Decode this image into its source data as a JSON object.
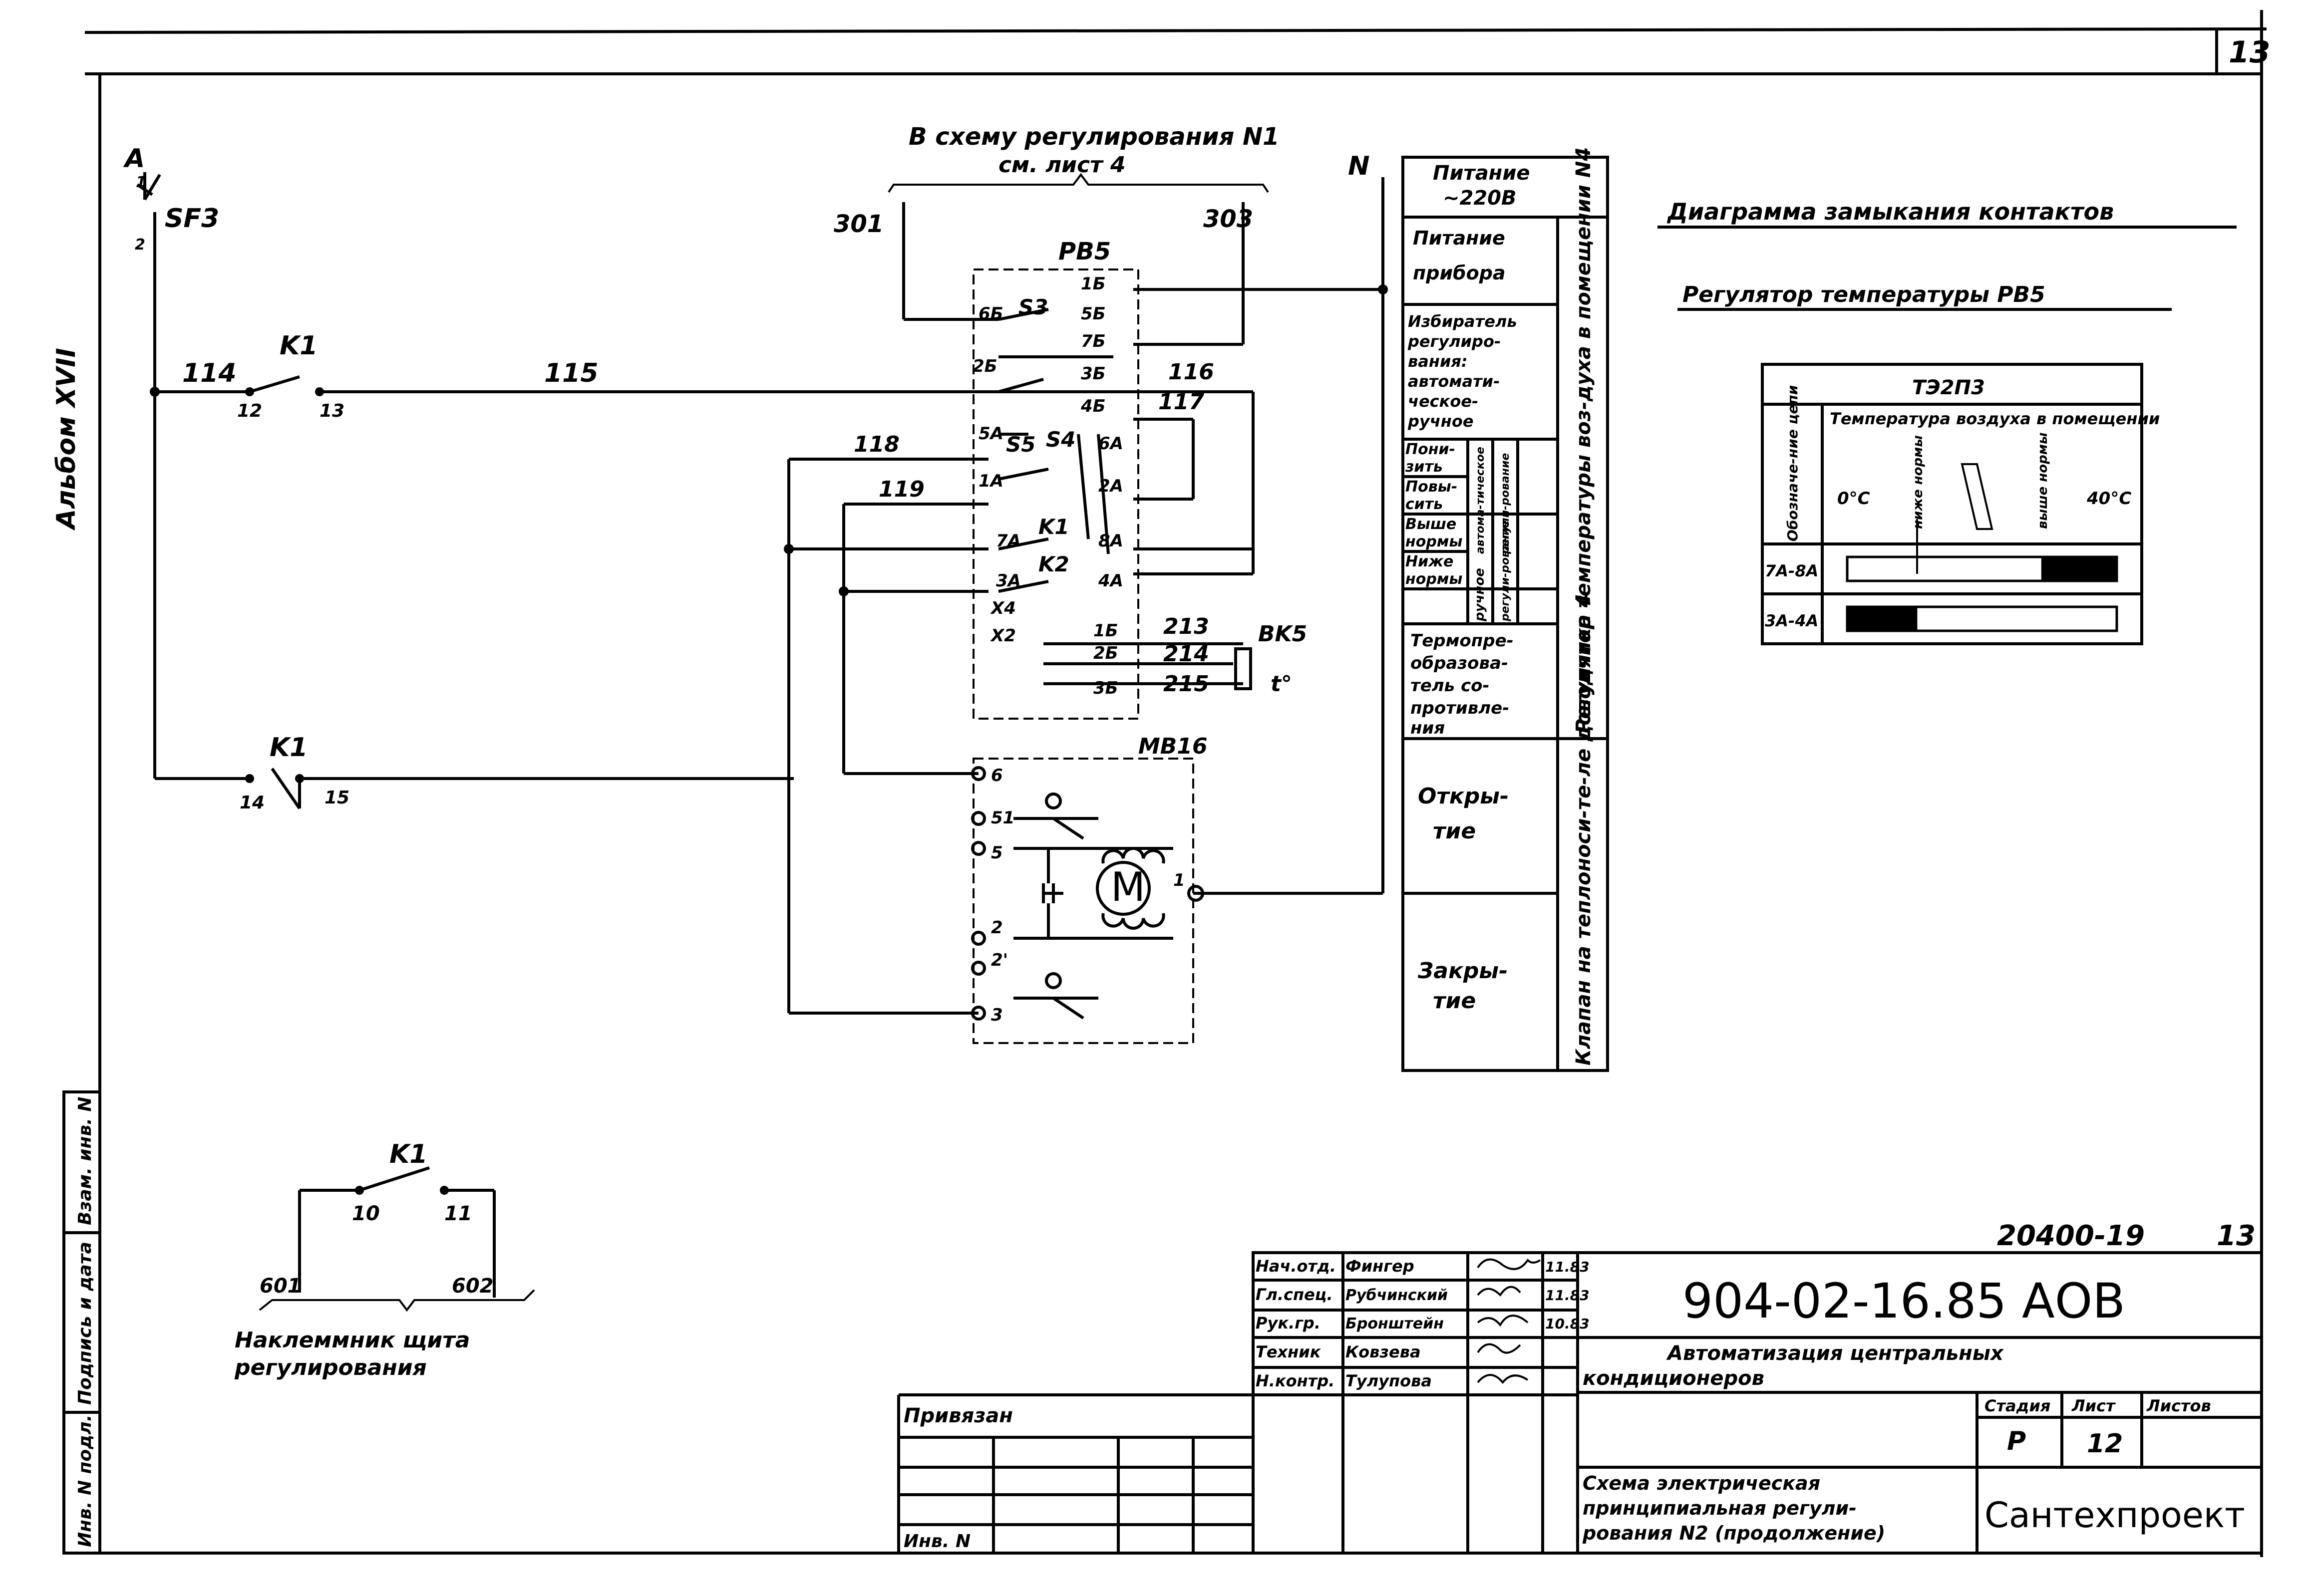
{
  "sheet": {
    "page_number": "13",
    "album": "Альбом XVII",
    "doc_code": "20400-19",
    "doc_page": "13"
  },
  "diagram": {
    "header_text_1": "В схему регулирования N1",
    "header_text_2": "см. лист 4",
    "phase_a": "A",
    "neutral_n": "N",
    "breaker": "SF3",
    "breaker_pin1": "1",
    "breaker_pin2": "2",
    "relay_k1": "K1",
    "wire_114": "114",
    "wire_115": "115",
    "wire_116": "116",
    "wire_117": "117",
    "wire_118": "118",
    "wire_119": "119",
    "wire_301": "301",
    "wire_303": "303",
    "wire_213": "213",
    "wire_214": "214",
    "wire_215": "215",
    "k1_contact_12": "12",
    "k1_contact_13": "13",
    "k1_contact_14": "14",
    "k1_contact_15": "15",
    "regulator": "РВ5",
    "sensor": "BK5",
    "sensor_t": "t°",
    "actuator": "МВ16",
    "motor_symbol": "M",
    "pins_left": [
      "6Б",
      "2Б",
      "5А",
      "1А",
      "7А",
      "3А",
      "X4",
      "X2"
    ],
    "pins_right": [
      "1Б",
      "5Б",
      "7Б",
      "3Б",
      "4Б",
      "6А",
      "2А",
      "8А",
      "4А"
    ],
    "pins_sensor": [
      "1Б",
      "2Б",
      "3Б"
    ],
    "switch_labels": [
      "S3",
      "S5",
      "S4",
      "K1",
      "K2"
    ],
    "actuator_pins": [
      "6",
      "51",
      "5",
      "1",
      "2",
      "2'",
      "3"
    ],
    "terminal_k1_10": "10",
    "terminal_k1_11": "11",
    "terminal_601": "601",
    "terminal_602": "602",
    "terminal_caption_1": "Наклеммник щита",
    "terminal_caption_2": "регулирования"
  },
  "legend_table": {
    "rows": [
      {
        "label": [
          "Питание",
          "~220В"
        ]
      },
      {
        "label": [
          "Питание",
          "прибора"
        ]
      },
      {
        "label": [
          "Избиратель",
          "регулиро-",
          "вания:",
          "автомати-",
          "ческое-",
          "ручное"
        ]
      },
      {
        "label": [
          "Пони-",
          "зить"
        ]
      },
      {
        "label": [
          "Повы-",
          "сить"
        ]
      },
      {
        "label": [
          "Выше",
          "нормы"
        ]
      },
      {
        "label": [
          "Ниже",
          "нормы"
        ]
      },
      {
        "label": [
          "Термопре-",
          "образова-",
          "тель со-",
          "противле-",
          "ния"
        ]
      },
      {
        "label": [
          "Откры-",
          "тие"
        ]
      },
      {
        "label": [
          "Закры-",
          "тие"
        ]
      }
    ],
    "side_mode_1": "ручное",
    "side_mode_2": "регули-рование",
    "side_mode_3": "автома-тическое",
    "side_mode_4": "регули-рование",
    "side_group_1": "Регулятор температуры воз-духа в помещении N4",
    "side_group_2": "Клапан на теплоноси-те-ле доводчика 4"
  },
  "contact_diagram": {
    "title": "Диаграмма замыкания контактов",
    "subtitle": "Регулятор температуры РВ5",
    "device": "ТЭ2П3",
    "col_header": "Температура воздуха в помещении",
    "row_header": "Обозначе-ние цепи",
    "t_min": "0°С",
    "below_norm": "ниже нормы",
    "above_norm": "выше нормы",
    "t_max": "40°С",
    "rows": [
      {
        "circuit": "7А-8А",
        "closed_from": 0.72,
        "closed_to": 1.0
      },
      {
        "circuit": "3А-4А",
        "closed_from": 0.0,
        "closed_to": 0.26
      }
    ]
  },
  "title_block": {
    "roles": [
      "Нач.отд.",
      "Гл.спец.",
      "Рук.гр.",
      "Техник",
      "Н.контр."
    ],
    "names": [
      "Фингер",
      "Рубчинский",
      "Бронштейн",
      "Ковзева",
      "Тулупова"
    ],
    "dates": [
      "11.83",
      "11.83",
      "10.83",
      "",
      ""
    ],
    "designation": "904-02-16.85 АОВ",
    "project_line1": "Автоматизация центральных",
    "project_line2": "кондиционеров",
    "stage_label": "Стадия",
    "sheet_label": "Лист",
    "sheets_label": "Листов",
    "stage": "Р",
    "sheet_no": "12",
    "drawing_line1": "Схема электрическая",
    "drawing_line2": "принципиальная регули-",
    "drawing_line3": "рования N2 (продолжение)",
    "organization": "Сантехпроект",
    "bound": "Привязан",
    "inv_no": "Инв. N"
  },
  "side_stamp": {
    "col1": "Инв. N подл.",
    "col2": "Подпись и дата",
    "col3": "Взам. инв. N"
  }
}
